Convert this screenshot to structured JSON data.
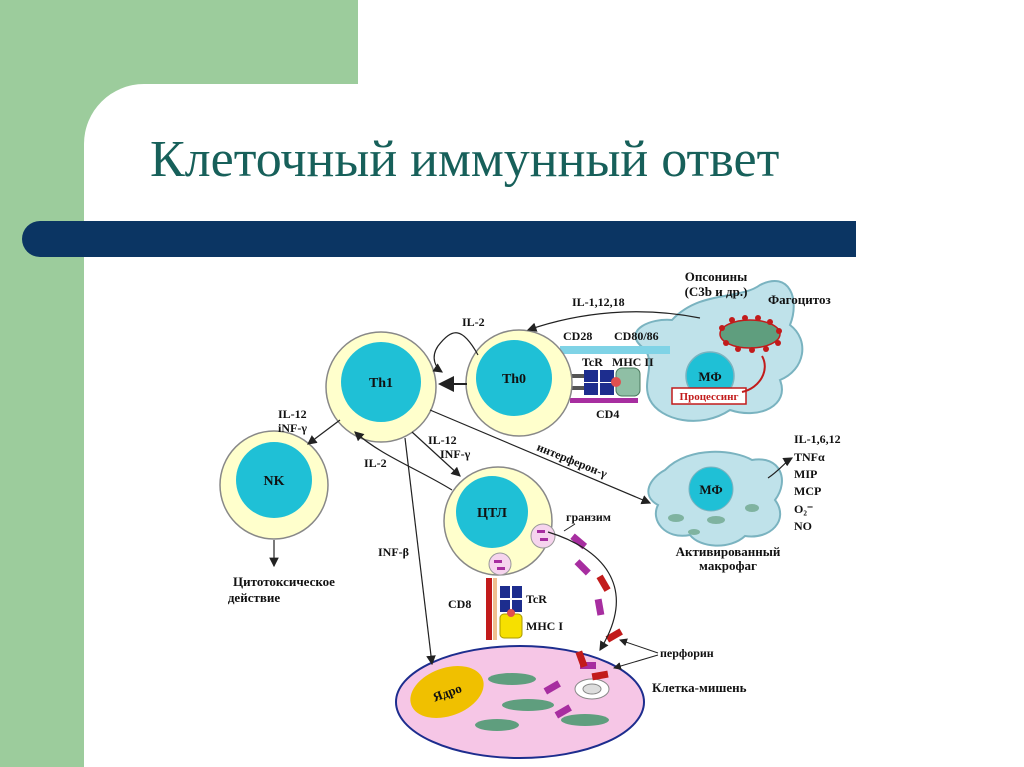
{
  "slide": {
    "title": "Клеточный иммунный ответ"
  },
  "diagram": {
    "cells": {
      "th1": "Th1",
      "th0": "Th0",
      "nk": "NK",
      "ctl": "ЦТЛ",
      "mf_top": "МФ",
      "mf_activated": "МФ",
      "nucleus": "Ядро"
    },
    "labels": {
      "opsonins_1": "Опсонины",
      "opsonins_2": "(С3b и др.)",
      "phagocytosis": "Фагоцитоз",
      "il_1_12_18": "IL-1,12,18",
      "il_2_top": "IL-2",
      "cd28": "CD28",
      "cd80_86": "CD80/86",
      "tcr_top": "TcR",
      "mhc_ii": "MHC II",
      "cd4": "CD4",
      "processing": "Процессинг",
      "il12_nk": "IL-12",
      "inf_gamma_nk": "iNF-γ",
      "il2_lower": "IL-2",
      "il12_ctl": "IL-12",
      "inf_gamma_ctl": "INF-γ",
      "interferon_gamma": "интерферон-γ",
      "inf_beta": "INF-β",
      "granzyme": "гранзим",
      "cd8": "CD8",
      "tcr_bottom": "TcR",
      "mhc_i": "MHC I",
      "perforin": "перфорин",
      "target_cell": "Клетка-мишень",
      "cytotoxic_1": "Цитотоксическое",
      "cytotoxic_2": "действие",
      "activated_mf_1": "Активированный",
      "activated_mf_2": "макрофаг"
    },
    "cytokines": [
      "IL-1,6,12",
      "TNFα",
      "MIP",
      "MCP",
      "O₂⁻",
      "NO"
    ]
  },
  "colors": {
    "green_bar": "#9ccc9c",
    "title_text": "#17605a",
    "rule": "#0b3563",
    "cell_outer": "#ffffcc",
    "cell_inner": "#1fc0d6",
    "macrophage": "#bfe2ea",
    "target_cell": "#f6c6e6",
    "granule": "#a72ea0"
  }
}
